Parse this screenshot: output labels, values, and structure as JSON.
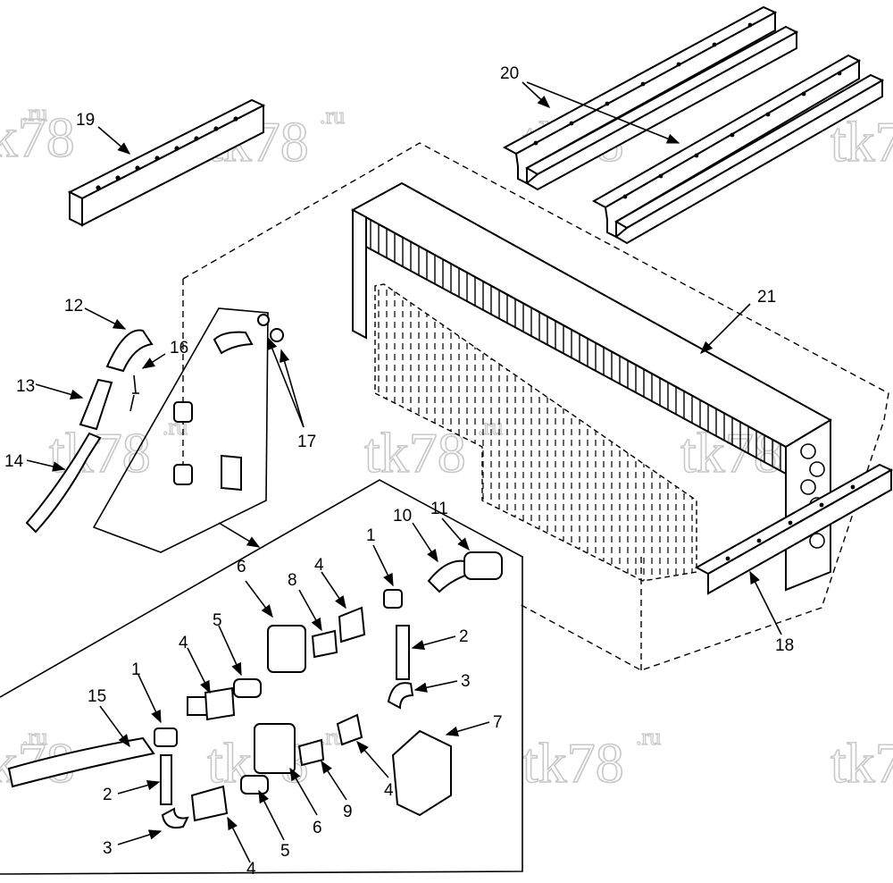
{
  "watermark": {
    "text": "tk78",
    "suffix": ".ru"
  },
  "callouts": {
    "c1a": "1",
    "c1b": "1",
    "c2a": "2",
    "c2b": "2",
    "c3a": "3",
    "c3b": "3",
    "c4a": "4",
    "c4b": "4",
    "c4c": "4",
    "c4d": "4",
    "c5a": "5",
    "c5b": "5",
    "c6a": "6",
    "c6b": "6",
    "c7": "7",
    "c8": "8",
    "c9": "9",
    "c10": "10",
    "c11": "11",
    "c12": "12",
    "c13": "13",
    "c14": "14",
    "c15": "15",
    "c16": "16",
    "c17": "17",
    "c18": "18",
    "c19": "19",
    "c20": "20",
    "c21": "21"
  }
}
